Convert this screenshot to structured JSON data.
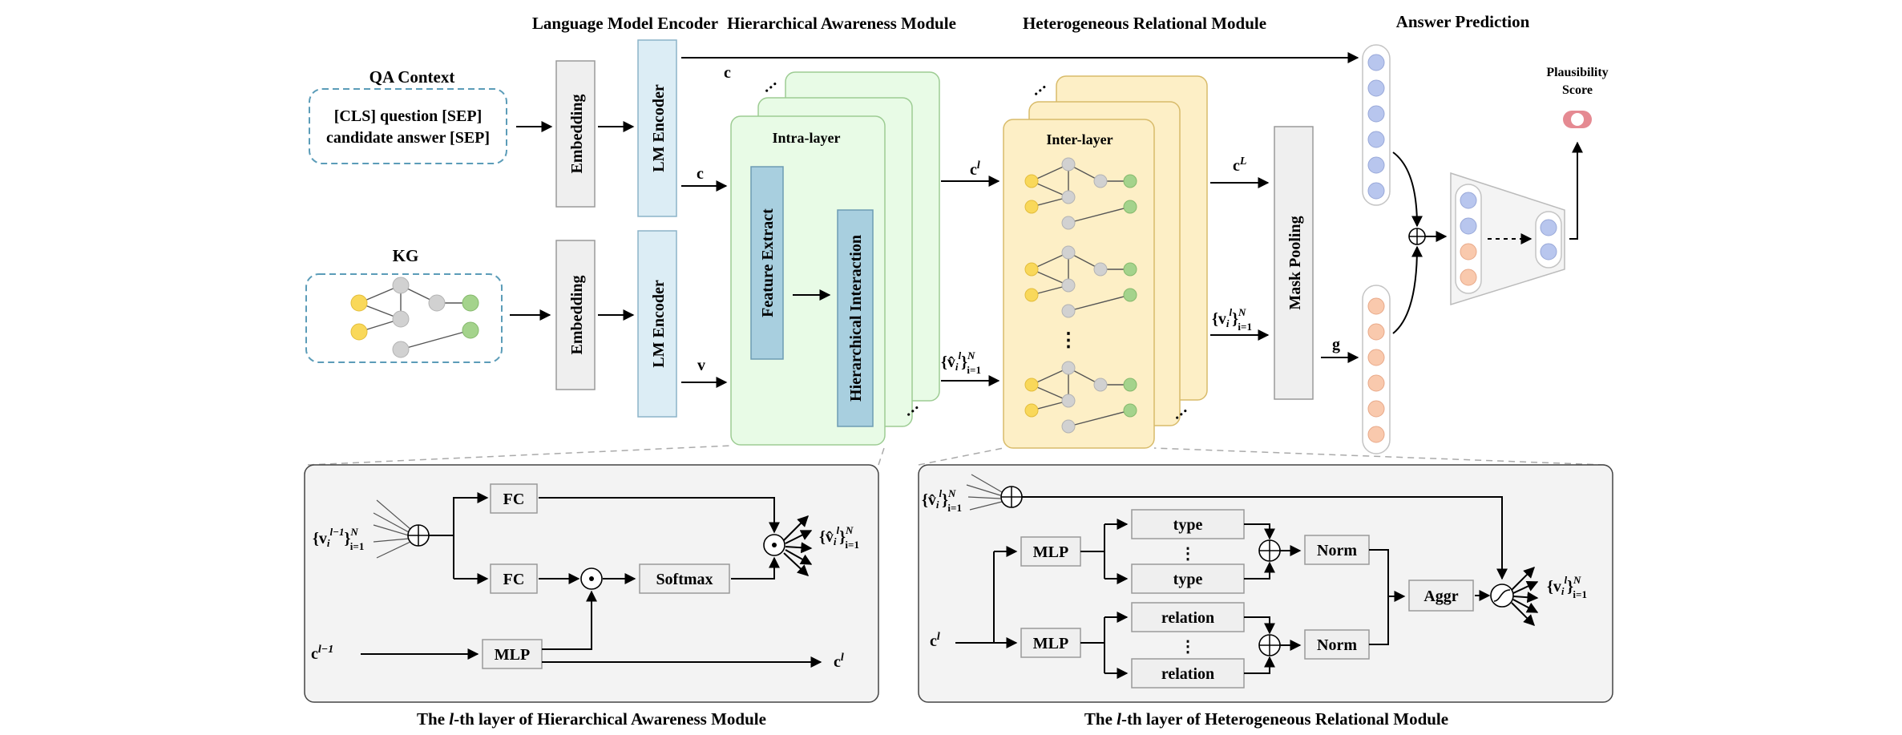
{
  "sections": {
    "lm_encoder": "Language Model Encoder",
    "ham": "Hierarchical Awareness Module",
    "hrm": "Heterogeneous Relational Module",
    "answer": "Answer Prediction"
  },
  "inputs": {
    "qa_title": "QA Context",
    "qa_line1": "[CLS] question [SEP]",
    "qa_line2": "candidate answer [SEP]",
    "kg_title": "KG"
  },
  "blocks": {
    "embedding": "Embedding",
    "lm_encoder": "LM Encoder",
    "intra_layer": "Intra-layer",
    "feature_extract": "Feature Extract",
    "hier_interaction": "Hierarchical Interaction",
    "inter_layer": "Inter-layer",
    "mask_pooling": "Mask Pooling",
    "plaus1": "Plausibility",
    "plaus2": "Score"
  },
  "labels": {
    "c": "c",
    "v": "v",
    "cl_base": "c",
    "cl_sup": "l",
    "cL_sup": "L",
    "g": "g",
    "vhat_set": "{v̂",
    "v_set": "{v",
    "i": "i",
    "l": "l",
    "N": "N",
    "i_eq_1": "i=1",
    "lm1": "l−1",
    "ellipsis": "⋮",
    "dots": "···"
  },
  "ham_panel": {
    "fc": "FC",
    "softmax": "Softmax",
    "mlp": "MLP",
    "caption_pre": "The ",
    "caption_l": "l",
    "caption_post": "-th layer of Hierarchical Awareness Module"
  },
  "hrm_panel": {
    "mlp": "MLP",
    "type": "type",
    "relation": "relation",
    "norm": "Norm",
    "aggr": "Aggr",
    "caption_pre": "The ",
    "caption_l": "l",
    "caption_post": "-th layer of  Heterogeneous Relational Module"
  },
  "colors": {
    "kg_node_yellow": "#f9d85a",
    "kg_node_gray": "#d1d1d1",
    "kg_node_green": "#a4d38c",
    "text_vector_blue": "#b8c6ee",
    "graph_vector_orange": "#f9c9ad",
    "score_pink": "#e58a92"
  }
}
